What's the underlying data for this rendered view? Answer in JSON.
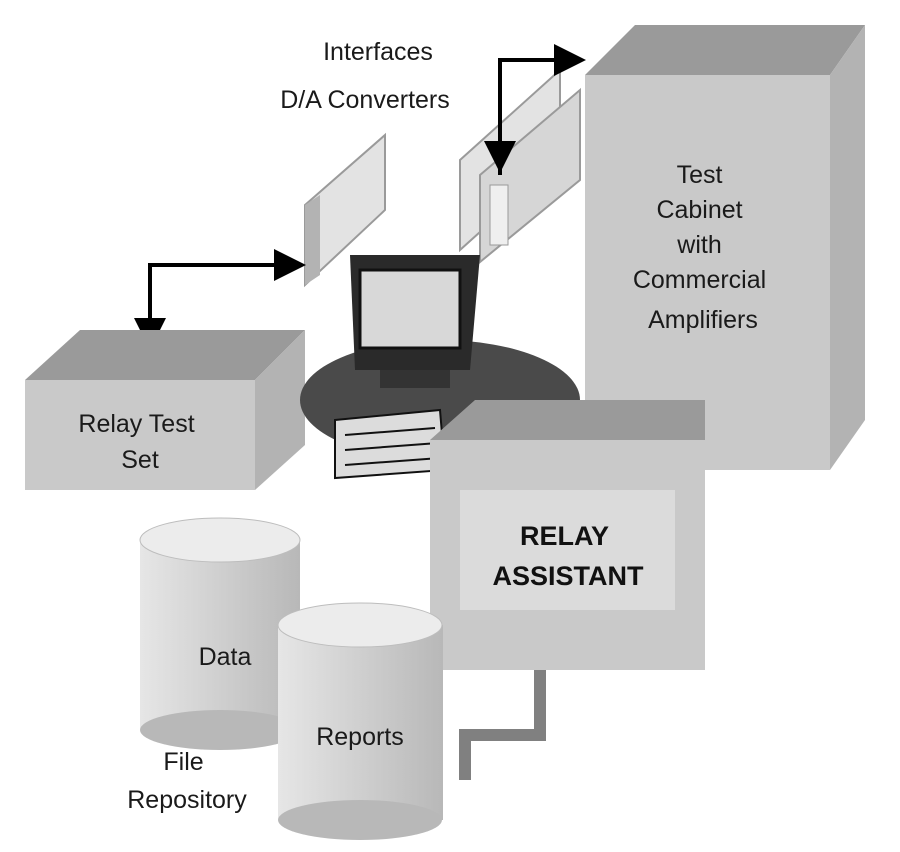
{
  "labels": {
    "interfaces": "Interfaces",
    "da_converters": "D/A Converters",
    "test_cabinet": [
      "Test",
      "Cabinet",
      "with",
      "Commercial",
      "Amplifiers"
    ],
    "relay_test_set": [
      "Relay Test",
      "Set"
    ],
    "relay_assistant": [
      "RELAY",
      "ASSISTANT"
    ],
    "data": "Data",
    "reports": "Reports",
    "file_repository": [
      "File",
      "Repository"
    ]
  },
  "colors": {
    "box_front": "#c9c9c9",
    "box_top": "#9a9a9a",
    "box_side": "#b3b3b3",
    "panel_light": "#e3e3e3",
    "cylinder": "#cfcfcf",
    "arrow": "#000000",
    "monitor": "#2a2a2a"
  }
}
